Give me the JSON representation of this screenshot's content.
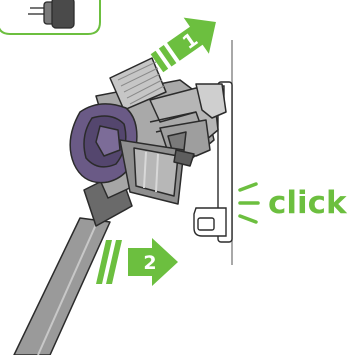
{
  "instruction": {
    "click_label": "click",
    "steps": [
      {
        "number": "1",
        "direction": "up"
      },
      {
        "number": "2",
        "direction": "right"
      }
    ]
  },
  "colors": {
    "accent": "#6cbf3f",
    "outline": "#2b2b2b",
    "body_grey": "#a6a6a6",
    "dark_grey": "#6a6a6a",
    "purple": "#6a5a86",
    "wall": "#8c8c8c"
  },
  "icons": [
    "inset-wall-plug-icon",
    "step-1-arrow-icon",
    "step-2-arrow-icon",
    "click-sound-lines-icon",
    "vacuum-illustration"
  ]
}
